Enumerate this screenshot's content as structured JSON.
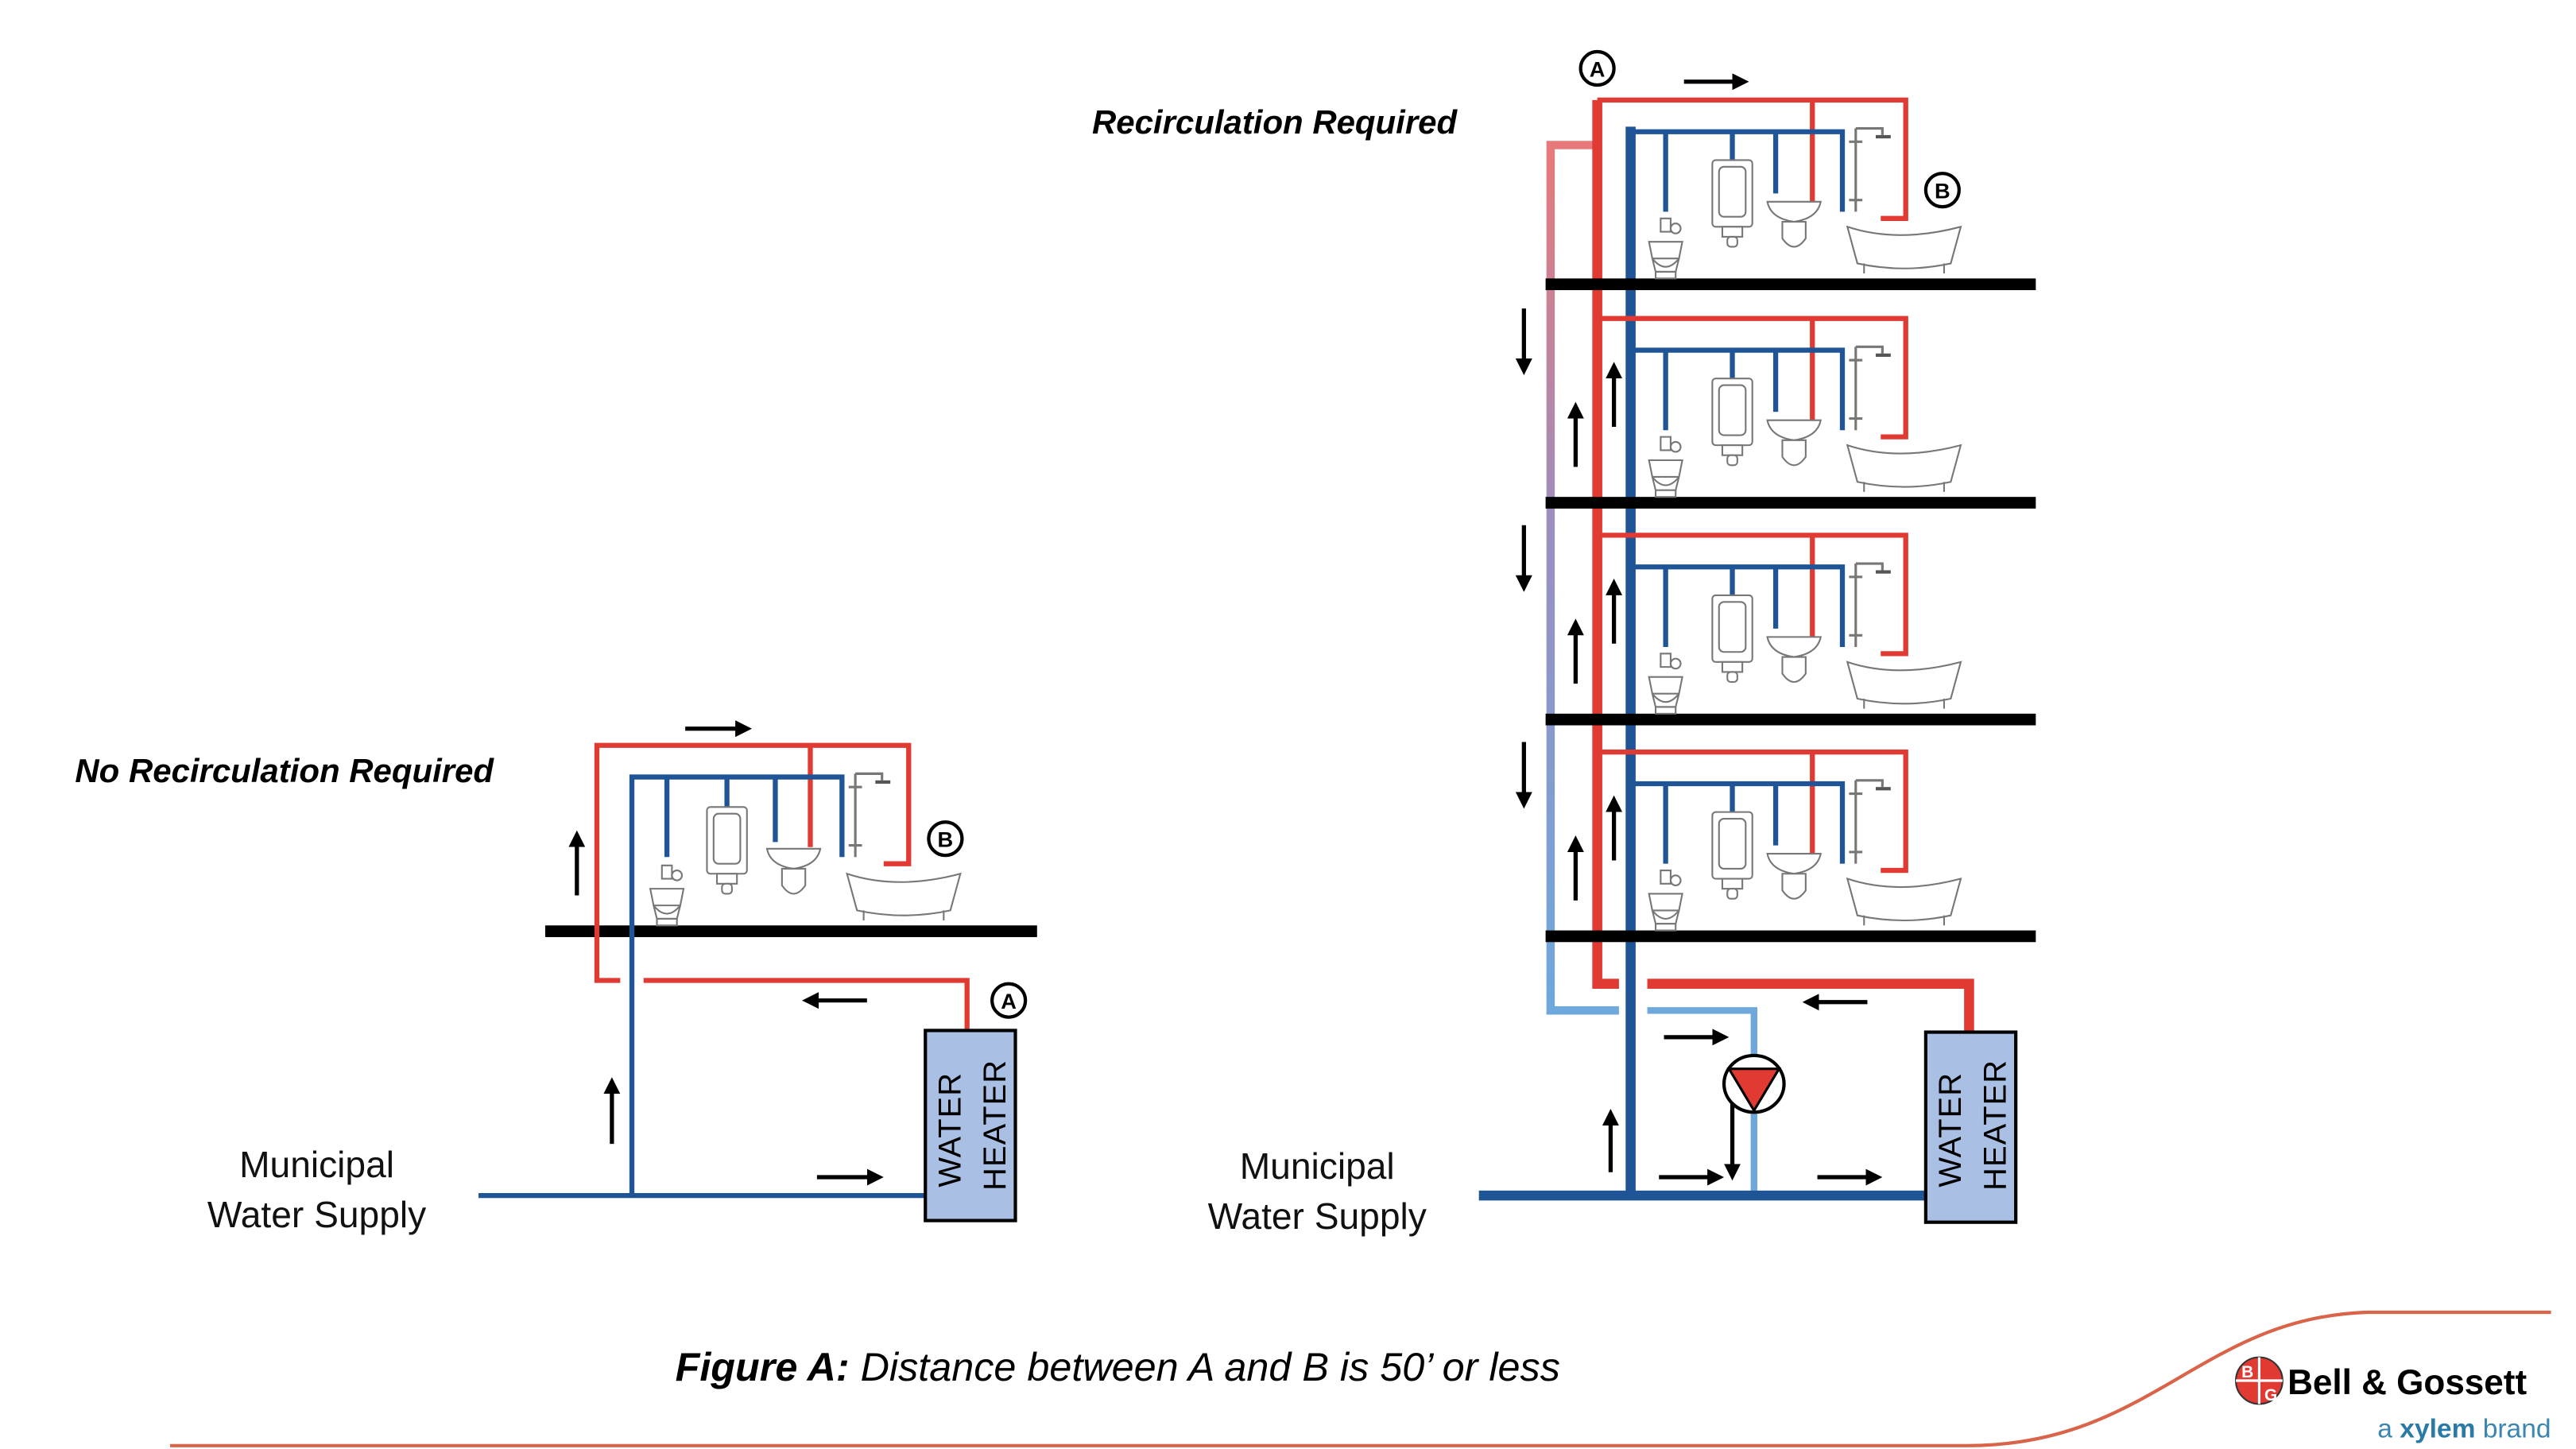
{
  "colors": {
    "hot_pipe": "#e03a33",
    "cold_pipe": "#1f5597",
    "return_pipe_light": "#6fa8dc",
    "return_pipe_warm": "#e8797a",
    "floor": "#000000",
    "heater_fill": "#a9bfe3",
    "pump_fill": "#e03a33",
    "accent_line": "#d9644a",
    "brand_blue": "#3a86b0"
  },
  "left_diagram": {
    "heading": "No Recirculation Required",
    "supply_label_line1": "Municipal",
    "supply_label_line2": "Water Supply",
    "heater_line1": "WATER",
    "heater_line2": "HEATER",
    "marker_a": "A",
    "marker_b": "B",
    "floors": 1,
    "fixtures": [
      "toilet",
      "urinal",
      "sink",
      "shower",
      "bathtub"
    ]
  },
  "right_diagram": {
    "heading": "Recirculation Required",
    "supply_label_line1": "Municipal",
    "supply_label_line2": "Water Supply",
    "heater_line1": "WATER",
    "heater_line2": "HEATER",
    "marker_a": "A",
    "marker_b": "B",
    "floors": 4,
    "has_recirculation_pump": true,
    "fixtures": [
      "toilet",
      "urinal",
      "sink",
      "shower",
      "bathtub"
    ]
  },
  "caption": {
    "label": "Figure A:",
    "text": " Distance between A and B is 50’ or less"
  },
  "logo": {
    "brand": "Bell & Gossett",
    "tagline_prefix": "a ",
    "tagline_brand": "xylem",
    "tagline_suffix": " brand",
    "emblem_letters": [
      "B",
      "G"
    ]
  }
}
